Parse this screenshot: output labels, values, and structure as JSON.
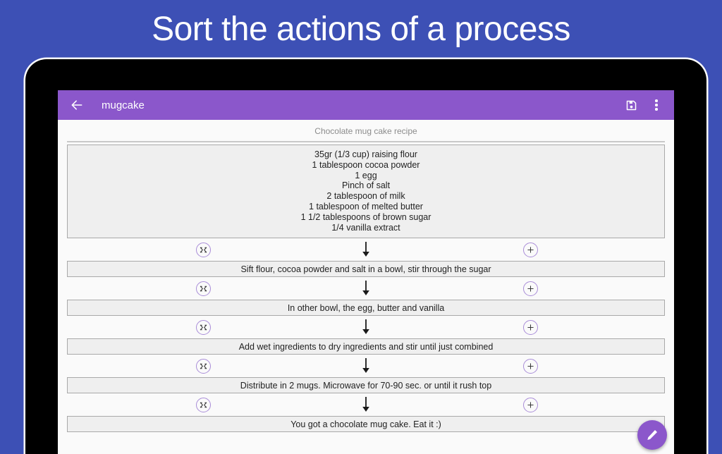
{
  "promo": {
    "title": "Sort the actions of a process",
    "background_color": "#3d50b5",
    "text_color": "#ffffff"
  },
  "theme": {
    "accent_purple": "#8b57cb",
    "circle_outline": "#a98cd8",
    "row_fill": "#efefef",
    "row_border": "#a9a9a9",
    "page_background": "#fafafa"
  },
  "appbar": {
    "back_icon": "arrow-left-icon",
    "title": "mugcake",
    "save_icon": "save-floppy-icon",
    "overflow_icon": "more-vertical-icon"
  },
  "content": {
    "recipe_title": "Chocolate mug cake recipe",
    "ingredients": [
      "35gr (1/3 cup) raising flour",
      "1 tablespoon cocoa powder",
      "1 egg",
      "Pinch of salt",
      "2 tablespoon of milk",
      "1 tablespoon of melted butter",
      "1 1/2 tablespoons of brown sugar",
      "1/4 vanilla extract"
    ],
    "connector": {
      "shuffle_icon": "shuffle-icon",
      "add_icon": "plus-icon",
      "arrow_icon": "arrow-down-icon"
    },
    "steps": [
      "Sift flour, cocoa powder and salt in a bowl, stir through the sugar",
      "In other bowl, the egg, butter and vanilla",
      "Add wet ingredients to dry ingredients and stir until just combined",
      "Distribute in 2 mugs. Microwave for 70-90 sec. or until it rush top",
      "You got a chocolate mug cake. Eat it :)"
    ]
  },
  "fab": {
    "icon": "pencil-edit-icon",
    "color": "#8b57cb"
  }
}
